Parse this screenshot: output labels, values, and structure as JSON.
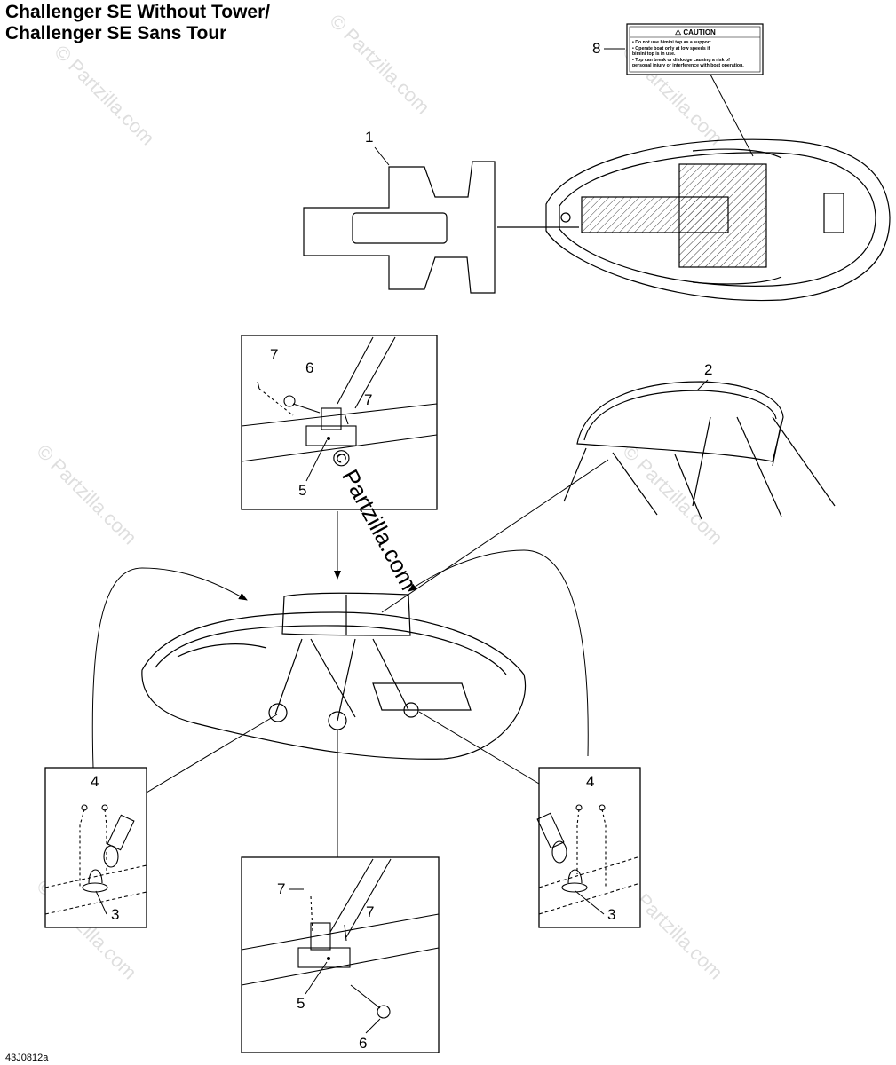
{
  "title": {
    "line1": "Challenger SE Without Tower/",
    "line2": "Challenger SE Sans Tour"
  },
  "callouts": {
    "c1": "1",
    "c2": "2",
    "c8": "8",
    "det_tl_7a": "7",
    "det_tl_6": "6",
    "det_tl_7b": "7",
    "det_tl_5": "5",
    "det_l_4": "4",
    "det_l_3": "3",
    "det_r_4": "4",
    "det_r_3": "3",
    "det_b_7a": "7",
    "det_b_7b": "7",
    "det_b_5": "5",
    "det_b_6": "6"
  },
  "caution_label": {
    "title": "⚠ CAUTION",
    "lines": [
      "• Do not use bimini top as a support.",
      "• Operate boat only at low speeds if",
      "  bimini top is in use.",
      "• Top can break or dislodge causing a risk of",
      "  personal injury or interference with boat operation."
    ]
  },
  "watermark": {
    "main": "© Partzilla.com",
    "repeat": "© Partzilla.com"
  },
  "reference_code": "43J0812a"
}
